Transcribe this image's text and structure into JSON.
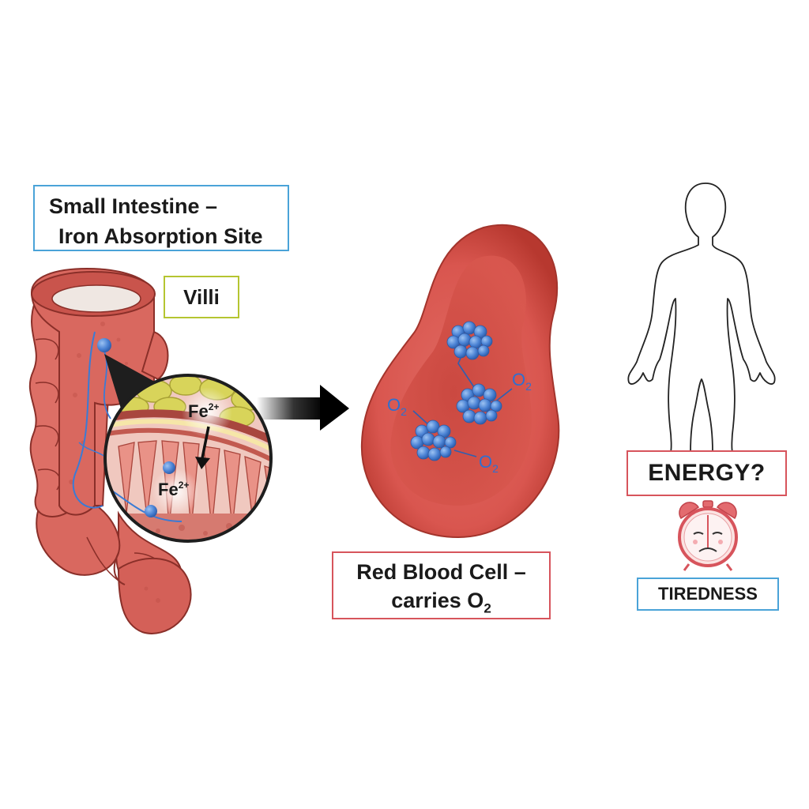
{
  "labels": {
    "intestine_line1": "Small Intestine –",
    "intestine_line2": "Iron Absorption Site",
    "villi": "Villi",
    "rbc_line1": "Red Blood Cell –",
    "rbc_line2": "carries O",
    "rbc_sub": "2",
    "energy": "ENERGY?",
    "tiredness": "TIREDNESS"
  },
  "iron": {
    "fe_top": "Fe",
    "fe_top_sup": "2+",
    "fe_bottom": "Fe",
    "fe_bottom_sup": "2+"
  },
  "oxygen": {
    "symbol": "O",
    "subscript": "2"
  },
  "colors": {
    "intestine": "#d9685f",
    "rbc": "#d24a44",
    "hemoglobin": "#4a82d4",
    "box_blue": "#4aa3d8",
    "box_red": "#d7545c",
    "box_green": "#b5c531"
  },
  "icons": [
    "small-intestine-illustration",
    "magnifier-villi-inset",
    "arrow-right-icon",
    "red-blood-cell-illustration",
    "human-silhouette-icon",
    "alarm-clock-tired-face-icon"
  ]
}
